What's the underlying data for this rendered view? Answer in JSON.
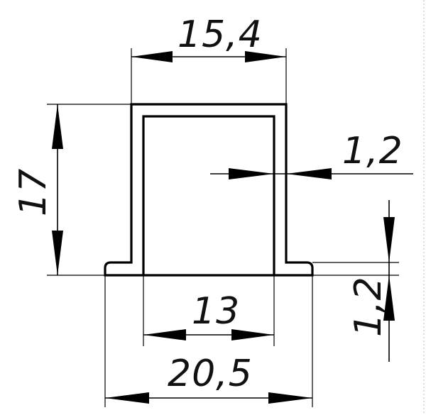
{
  "dimensions": {
    "top_width": "15,4",
    "wall_thickness": "1,2",
    "height": "17",
    "flange_thickness": "1,2",
    "inner_width": "13",
    "base_width": "20,5"
  }
}
